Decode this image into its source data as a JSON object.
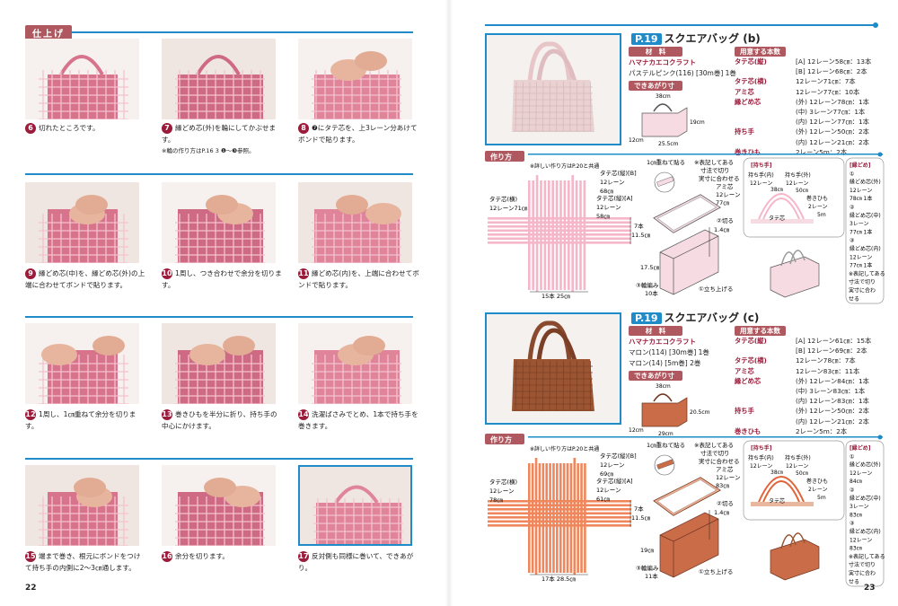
{
  "left": {
    "section_tag": "仕上げ",
    "page_number": "22",
    "steps": [
      {
        "num": "6",
        "text": "切れたところです。"
      },
      {
        "num": "7",
        "text": "縁どめ芯(外)を輪にしてかぶせます。",
        "note": "※輪の作り方はP.16 3 ❶〜❸参照。"
      },
      {
        "num": "8",
        "text": "❼にタテ芯を、上3レーン分あけてボンドで貼ります。"
      },
      {
        "num": "9",
        "text": "縁どめ芯(中)を、縁どめ芯(外)の上端に合わせてボンドで貼ります。"
      },
      {
        "num": "10",
        "text": "1周し、つき合わせで余分を切ります。"
      },
      {
        "num": "11",
        "text": "縁どめ芯(内)を、上端に合わせてボンドで貼ります。"
      },
      {
        "num": "12",
        "text": "1周し、1㎝重ねて余分を切ります。"
      },
      {
        "num": "13",
        "text": "巻きひもを半分に折り、持ち手の中心にかけます。"
      },
      {
        "num": "14",
        "text": "洗濯ばさみでとめ、1本で持ち手を巻きます。"
      },
      {
        "num": "15",
        "text": "端まで巻き、根元にボンドをつけて持ち手の内側に2〜3㎝通します。"
      },
      {
        "num": "16",
        "text": "余分を切ります。"
      },
      {
        "num": "17",
        "text": "反対側も同様に巻いて、できあがり。"
      }
    ]
  },
  "right": {
    "page_number": "23",
    "colors": {
      "accent": "#1f8bc9",
      "label": "#9b1b3a",
      "pink": "#f5b6c9",
      "brown": "#c96c47",
      "orange": "#f0875c"
    },
    "sections": [
      {
        "badge": "P.19",
        "title": "スクエアバッグ (b)",
        "materials_tag": "材　料",
        "brand": "ハマナカエコクラフト",
        "materials": [
          "パステルピンク(116) [30m巻] 1巻"
        ],
        "size_tag": "できあがり寸法",
        "size": {
          "width": "38cm",
          "height": "19cm",
          "depth": "12cm",
          "base": "25.5cm"
        },
        "req_tag": "用意する本数",
        "req": [
          [
            "タテ芯(縦)",
            "[A] 12レーン58㎝：13本"
          ],
          [
            "",
            "[B] 12レーン68㎝：2本"
          ],
          [
            "タテ芯(横)",
            "12レーン71㎝：7本"
          ],
          [
            "アミ芯",
            "12レーン77㎝：10本"
          ],
          [
            "縁どめ芯",
            "(外) 12レーン78㎝：1本"
          ],
          [
            "",
            "(中) 3レーン77㎝：1本"
          ],
          [
            "",
            "(内) 12レーン77㎝：1本"
          ],
          [
            "持ち手",
            "(外) 12レーン50㎝：2本"
          ],
          [
            "",
            "(内) 12レーン21㎝：2本"
          ],
          [
            "巻きひも",
            "2レーン5m：2本"
          ]
        ],
        "diagram": {
          "tag": "作り方",
          "note": "※詳しい作り方はP.20と共通",
          "b1": "タテ芯(縦)[B]",
          "b2": "12レーン",
          "b3": "68㎝",
          "a1": "タテ芯(縦)[A]",
          "a2": "12レーン",
          "a3": "58㎝",
          "h1": "タテ芯(横)",
          "h2": "12レーン71㎝",
          "h3": "",
          "n7": "7本",
          "n7w": "11.5㎝",
          "count": "15本  25㎝",
          "overlap": "1㎝重ねて貼る",
          "cut1": "※表記してある",
          "cut2": "寸法で切り",
          "cut3": "実寸に合わせる",
          "ami1": "アミ芯",
          "ami2": "12レーン",
          "ami3": "77㎝",
          "kiru": "②切る",
          "kiruw": "1.4㎝",
          "height": "17.5㎝",
          "wa1": "③輪編み",
          "wa2": "10本",
          "tachi": "①立ち上げる",
          "handle": {
            "tag": "[持ち手]",
            "in1": "持ち手(内)",
            "in2": "12レーン",
            "inw": "38㎝",
            "out1": "持ち手(外)",
            "out2": "12レーン",
            "outw": "50㎝",
            "w1": "巻きひも",
            "w2": "2レーン",
            "w3": "5m",
            "tate": "タテ芯"
          },
          "rim": [
            "[縁どめ]",
            "①",
            "縁どめ芯(外)",
            "12レーン",
            "78㎝ 1本",
            "②",
            "縁どめ芯(中)",
            "3レーン",
            "77㎝ 1本",
            "③",
            "縁どめ芯(内)",
            "12レーン",
            "77㎝ 1本",
            "※表記してある",
            "寸法で切り",
            "実寸に合わ",
            "せる"
          ]
        }
      },
      {
        "badge": "P.19",
        "title": "スクエアバッグ (c)",
        "materials_tag": "材　料",
        "brand": "ハマナカエコクラフト",
        "materials": [
          "マロン(114) [30m巻] 1巻",
          "マロン(14) [5m巻] 2巻"
        ],
        "size_tag": "できあがり寸法",
        "size": {
          "width": "38cm",
          "height": "20.5cm",
          "depth": "12cm",
          "base": "29cm"
        },
        "req_tag": "用意する本数",
        "req": [
          [
            "タテ芯(縦)",
            "[A] 12レーン61㎝：15本"
          ],
          [
            "",
            "[B] 12レーン69㎝：2本"
          ],
          [
            "タテ芯(横)",
            "12レーン78㎝：7本"
          ],
          [
            "アミ芯",
            "12レーン83㎝：11本"
          ],
          [
            "縁どめ芯",
            "(外) 12レーン84㎝：1本"
          ],
          [
            "",
            "(中) 3レーン83㎝：1本"
          ],
          [
            "",
            "(内) 12レーン83㎝：1本"
          ],
          [
            "持ち手",
            "(外) 12レーン50㎝：2本"
          ],
          [
            "",
            "(内) 12レーン21㎝：2本"
          ],
          [
            "巻きひも",
            "2レーン5m：2本"
          ]
        ],
        "diagram": {
          "tag": "作り方",
          "note": "※詳しい作り方はP.20と共通",
          "b1": "タテ芯(縦)[B]",
          "b2": "12レーン",
          "b3": "69㎝",
          "a1": "タテ芯(縦)[A]",
          "a2": "12レーン",
          "a3": "61㎝",
          "h1": "タテ芯(横)",
          "h2": "12レーン",
          "h3": "78㎝",
          "n7": "7本",
          "n7w": "11.5㎝",
          "count": "17本  28.5㎝",
          "overlap": "1㎝重ねて貼る",
          "cut1": "※表記してある",
          "cut2": "寸法で切り",
          "cut3": "実寸に合わせる",
          "ami1": "アミ芯",
          "ami2": "12レーン",
          "ami3": "83㎝",
          "kiru": "②切る",
          "kiruw": "1.4㎝",
          "height": "19㎝",
          "wa1": "③輪編み",
          "wa2": "11本",
          "tachi": "①立ち上げる",
          "handle": {
            "tag": "[持ち手]",
            "in1": "持ち手(内)",
            "in2": "12レーン",
            "inw": "38㎝",
            "out1": "持ち手(外)",
            "out2": "12レーン",
            "outw": "50㎝",
            "w1": "巻きひも",
            "w2": "2レーン",
            "w3": "5m",
            "tate": "タテ芯"
          },
          "rim": [
            "[縁どめ]",
            "①",
            "縁どめ芯(外)",
            "12レーン",
            "84㎝",
            "②",
            "縁どめ芯(中)",
            "3レーン",
            "83㎝",
            "③",
            "縁どめ芯(内)",
            "12レーン",
            "83㎝",
            "※表記してある",
            "寸法で切り",
            "実寸に合わ",
            "せる"
          ]
        }
      }
    ]
  }
}
